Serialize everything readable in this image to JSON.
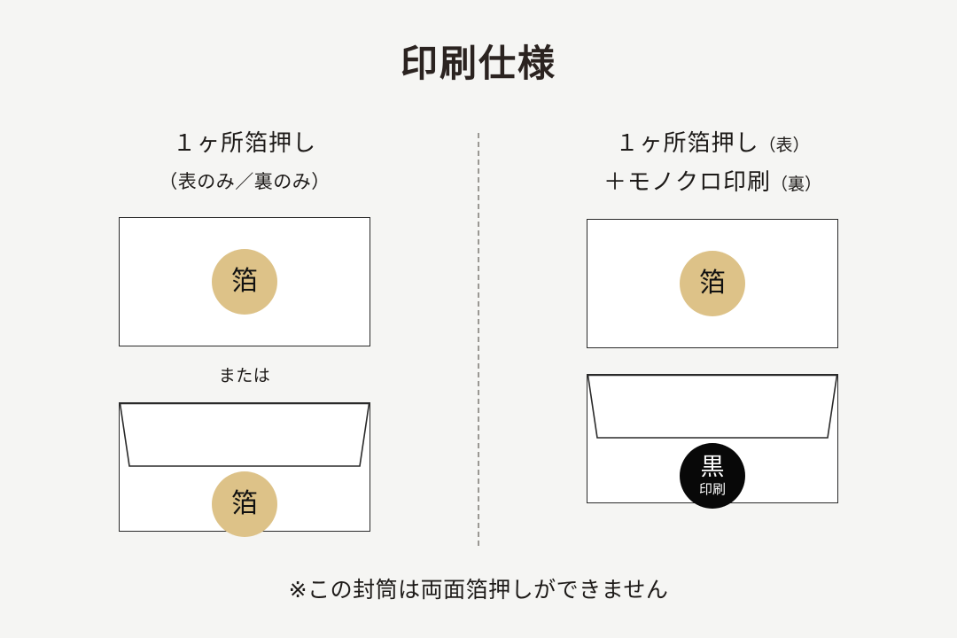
{
  "page": {
    "title": "印刷仕様",
    "background_color": "#f5f5f3",
    "text_color": "#231f1c"
  },
  "divider": {
    "style": "dashed-vertical",
    "color": "#9a9893"
  },
  "columns": [
    {
      "id": "left",
      "heading_line1": "１ヶ所箔押し",
      "heading_line1_paren": "",
      "heading_line2": "",
      "heading_line2_paren": "",
      "subtitle": "（表のみ／裏のみ）",
      "connector": "または",
      "envelopes": [
        {
          "view": "front",
          "has_flap": false,
          "badge": {
            "type": "foil",
            "main": "箔",
            "sub": "",
            "color": "#ddc288",
            "text_color": "#111111"
          }
        },
        {
          "view": "back",
          "has_flap": true,
          "badge": {
            "type": "foil",
            "main": "箔",
            "sub": "",
            "color": "#ddc288",
            "text_color": "#111111"
          }
        }
      ]
    },
    {
      "id": "right",
      "heading_line1": "１ヶ所箔押し",
      "heading_line1_paren": "（表）",
      "heading_line2": "＋モノクロ印刷",
      "heading_line2_paren": "（裏）",
      "subtitle": "",
      "connector": "",
      "envelopes": [
        {
          "view": "front",
          "has_flap": false,
          "badge": {
            "type": "foil",
            "main": "箔",
            "sub": "",
            "color": "#ddc288",
            "text_color": "#111111"
          }
        },
        {
          "view": "back",
          "has_flap": true,
          "badge": {
            "type": "mono-print",
            "main": "黒",
            "sub": "印刷",
            "color": "#080808",
            "text_color": "#ffffff"
          }
        }
      ]
    }
  ],
  "footer": {
    "note": "※この封筒は両面箔押しができません"
  }
}
